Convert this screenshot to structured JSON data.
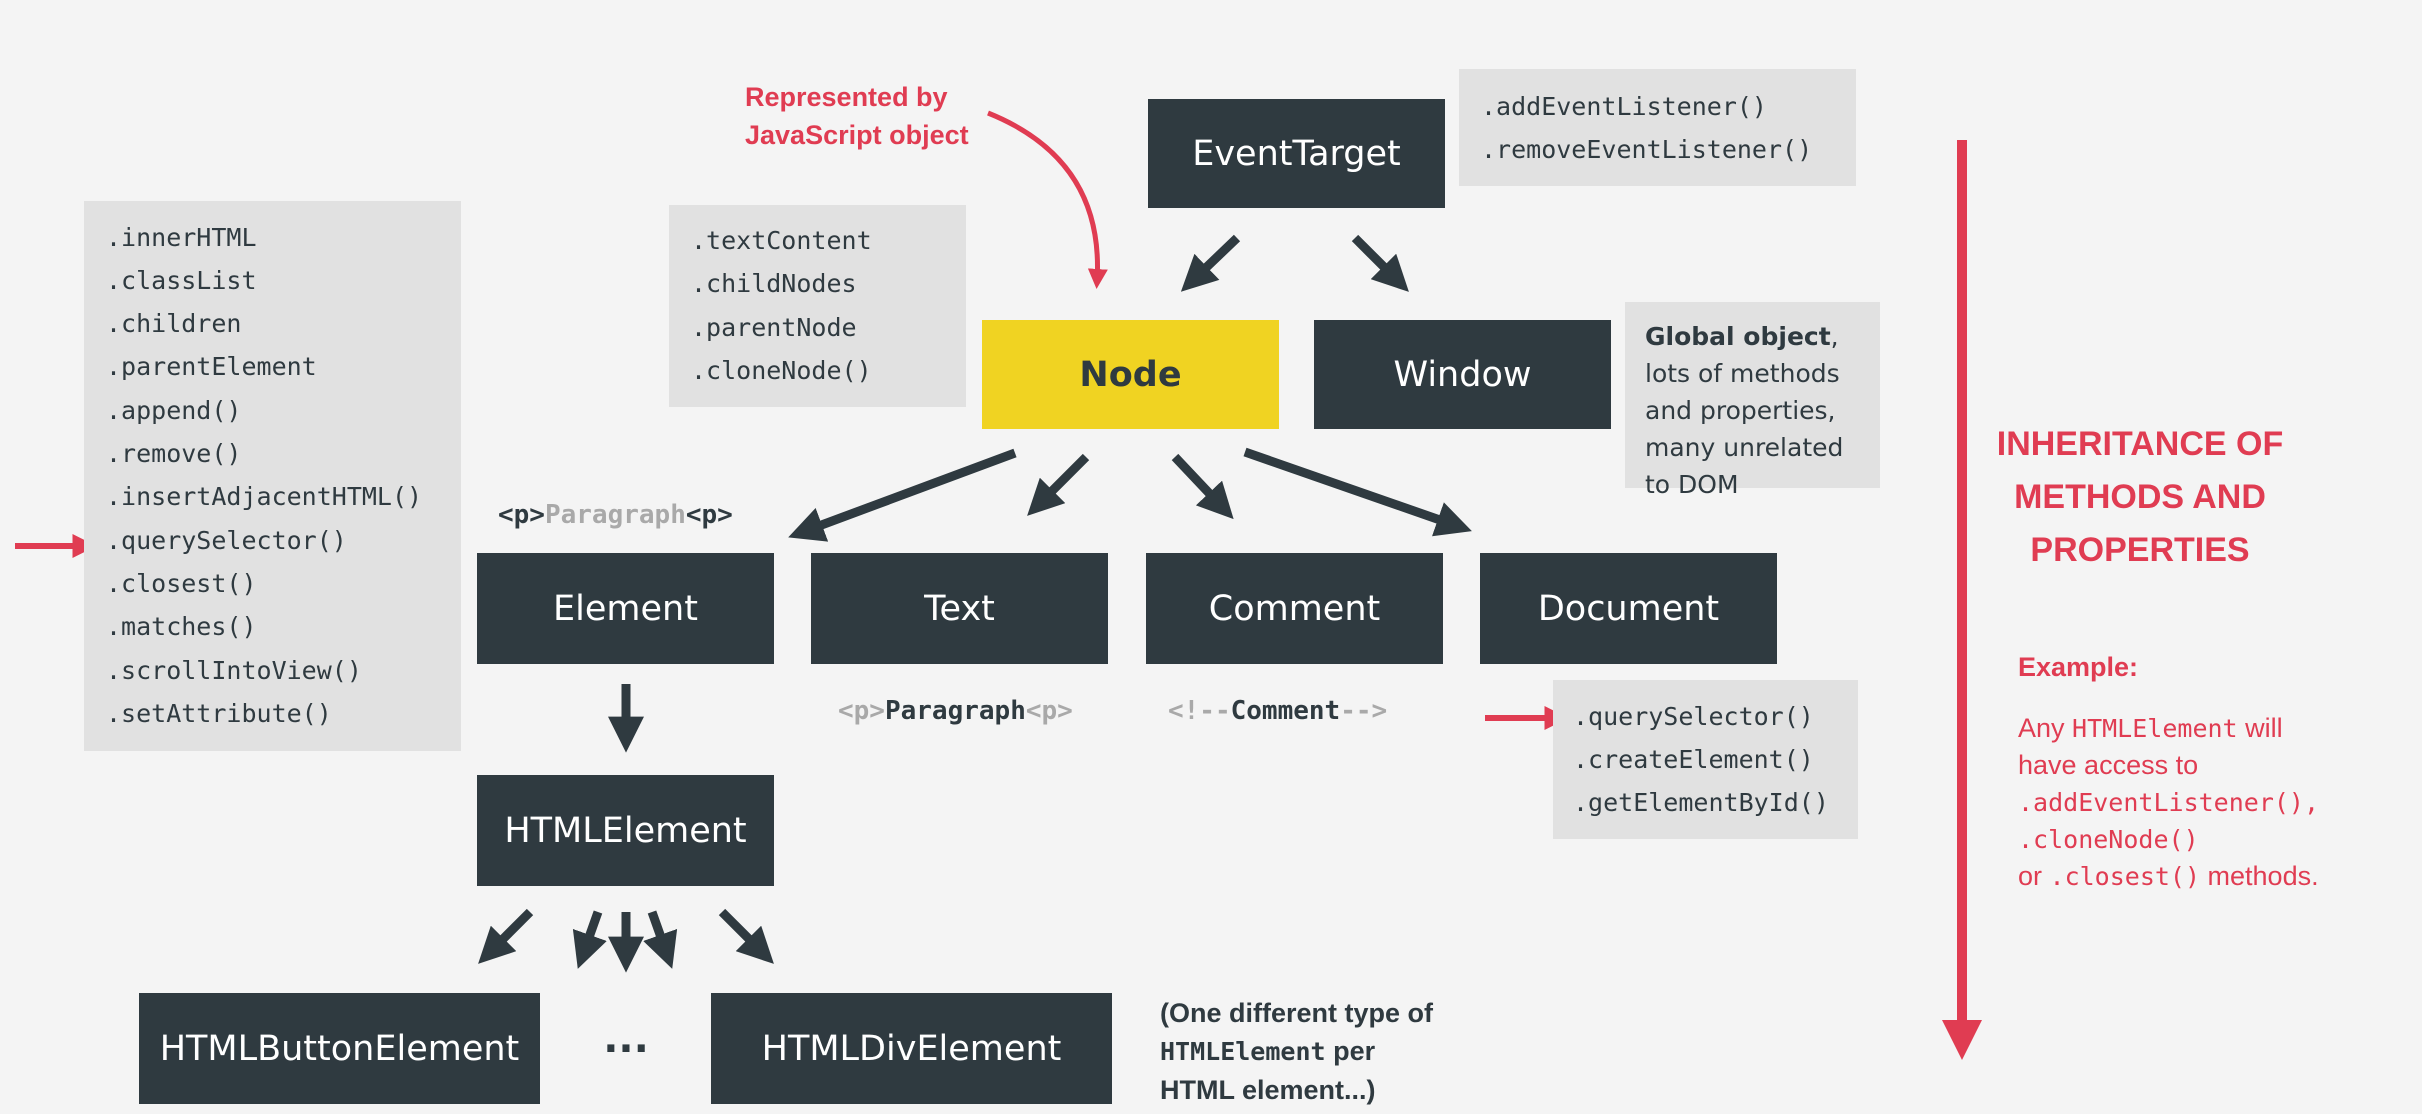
{
  "colors": {
    "box": "#2f3a40",
    "node_highlight": "#f0d322",
    "panel": "#e1e1e1",
    "accent_red": "#e03c52",
    "background": "#f4f4f4"
  },
  "annotation": {
    "line1": "Represented by",
    "line2": "JavaScript object"
  },
  "boxes": {
    "event_target": "EventTarget",
    "node": "Node",
    "window": "Window",
    "element": "Element",
    "text": "Text",
    "comment": "Comment",
    "document": "Document",
    "html_element": "HTMLElement",
    "html_button_element": "HTMLButtonElement",
    "ellipsis": "...",
    "html_div_element": "HTMLDivElement"
  },
  "event_target_methods": [
    ".addEventListener()",
    ".removeEventListener()"
  ],
  "node_methods": [
    ".textContent",
    ".childNodes",
    ".parentNode",
    ".cloneNode()"
  ],
  "element_methods": [
    ".innerHTML",
    ".classList",
    ".children",
    ".parentElement",
    ".append()",
    ".remove()",
    ".insertAdjacentHTML()",
    ".querySelector()",
    ".closest()",
    ".matches()",
    ".scrollIntoView()",
    ".setAttribute()"
  ],
  "document_methods": [
    ".querySelector()",
    ".createElement()",
    ".getElementById()"
  ],
  "window_note": {
    "bold": "Global object",
    "rest": ", lots of methods and properties, many unrelated to DOM"
  },
  "tags": {
    "element_example": {
      "open": "<p>",
      "inner": "Paragraph",
      "close": "<p>"
    },
    "text_example": {
      "open": "<p>",
      "inner": "Paragraph",
      "close": "<p>"
    },
    "comment_example": {
      "open": "<!--",
      "inner": "Comment",
      "close": "-->"
    }
  },
  "html_element_note": {
    "line1": "(One different type of",
    "code": "HTMLElement",
    "after_code": " per",
    "line3": "HTML element...)"
  },
  "side": {
    "title_line1": "INHERITANCE OF",
    "title_line2": "METHODS AND",
    "title_line3": "PROPERTIES",
    "example_label": "Example:",
    "example_any": "Any ",
    "example_html_element": "HTMLElement",
    "example_will": " will",
    "example_have_access": "have access to",
    "example_m1": ".addEventListener(),",
    "example_m2": ".cloneNode()",
    "example_or": "or ",
    "example_m3": ".closest()",
    "example_methods": " methods."
  }
}
